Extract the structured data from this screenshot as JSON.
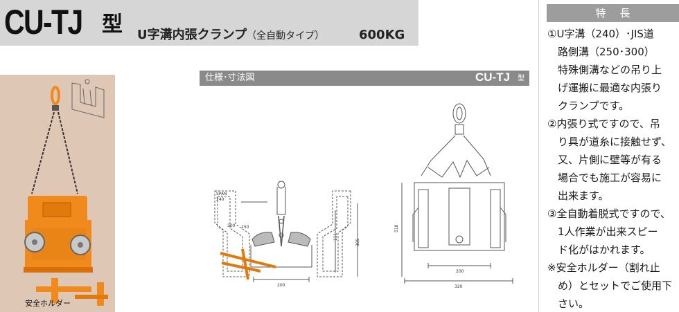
{
  "header": {
    "model": "CU-TJ",
    "model_suffix": "型",
    "title": "U字溝内張クランプ",
    "title_sub": "（全自動タイプ）",
    "capacity": "600KG"
  },
  "photo": {
    "holder_label": "安全ホルダー"
  },
  "spec": {
    "title": "仕様･寸法図",
    "model": "CU-TJ",
    "model_suffix": "型",
    "dims": {
      "height_left": "111",
      "h_a": "385",
      "w_bottom_left": "200",
      "w_bottom_front": "200",
      "w_total_front": "320",
      "h_front": "518",
      "a_label": "SPAN",
      "a_value": "240",
      "b_label": "300",
      "c_label": "250"
    }
  },
  "features": {
    "title": "特長",
    "lines": [
      "①U字溝（240）･JIS道",
      "　路側溝（250･300）",
      "　特殊側溝などの吊り上",
      "　げ運搬に最適な内張り",
      "　クランプです。",
      "②内張り式ですので、吊",
      "　り具が道糸に接触せず、",
      "　又、片側に壁等が有る",
      "　場合でも施工が容易に",
      "　出来ます。",
      "③全自動着脱式ですので、",
      "　1人作業が出来スピー",
      "　ド化がはかれます。",
      "※安全ホルダー（割れ止",
      "　め）とセットでご使用下",
      "　さい。"
    ]
  },
  "colors": {
    "header_band": "#d6d6d6",
    "photo_bg": "#dfc7b6",
    "clamp_orange": "#f08a1c",
    "spec_bar": "#8a8a8a",
    "features_header": "#9d9d9d"
  }
}
